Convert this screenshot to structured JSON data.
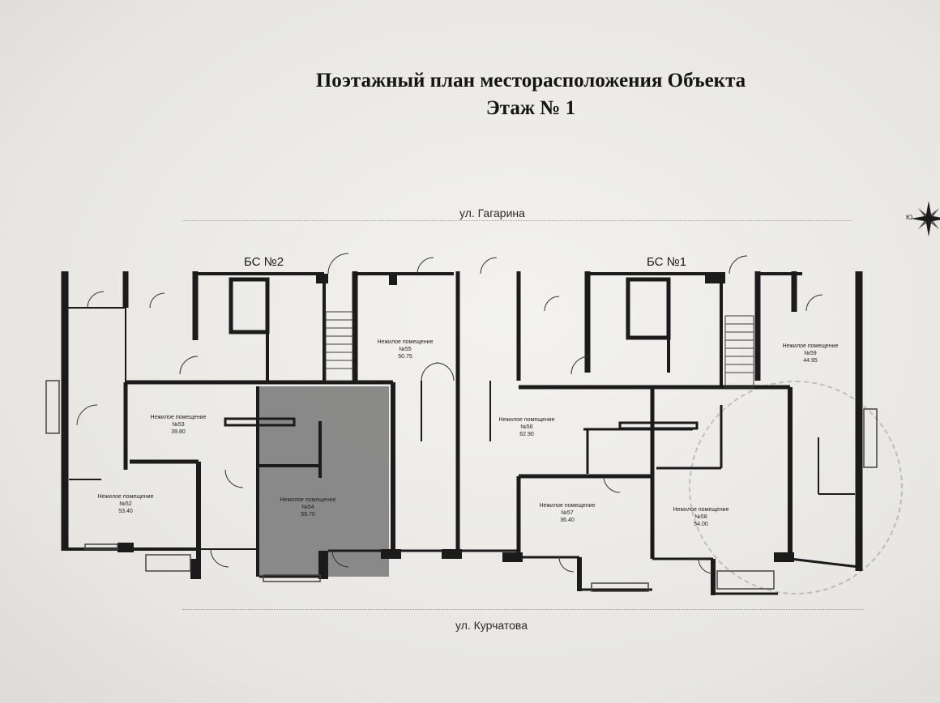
{
  "document": {
    "title_line1": "Поэтажный план месторасположения Объекта",
    "title_line2": "Этаж № 1"
  },
  "streets": {
    "top": "ул. Гагарина",
    "bottom": "ул. Курчатова"
  },
  "sections": {
    "left": "БС №2",
    "right": "БС №1"
  },
  "compass": {
    "letter_south": "Ю"
  },
  "rooms": [
    {
      "name": "Нежилое помещение",
      "number": "№52",
      "area": "53.40"
    },
    {
      "name": "Нежилое помещение",
      "number": "№53",
      "area": "39.80"
    },
    {
      "name": "Нежилое помещение",
      "number": "№54",
      "area": "59.70"
    },
    {
      "name": "Нежилое помещение",
      "number": "№55",
      "area": "50.75"
    },
    {
      "name": "Нежилое помещение",
      "number": "№56",
      "area": "62.90"
    },
    {
      "name": "Нежилое помещение",
      "number": "№57",
      "area": "36.40"
    },
    {
      "name": "Нежилое помещение",
      "number": "№58",
      "area": "54.00"
    },
    {
      "name": "Нежилое помещение",
      "number": "№59",
      "area": "44.95"
    }
  ],
  "colors": {
    "wall": "#1b1b1b",
    "highlight_room": "#7e7e7e",
    "paper": "#eeede9"
  }
}
